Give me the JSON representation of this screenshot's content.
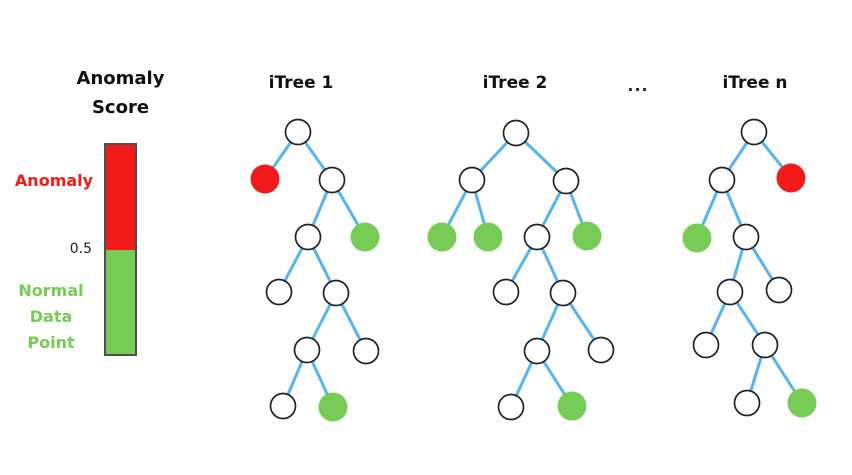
{
  "colors": {
    "anomaly_red": "#f31a1a",
    "normal_green": "#77cc55",
    "edge_blue": "#56b5ef",
    "node_outline": "#222222",
    "bar_border": "#4f4f4f",
    "node_fill_white": "#ffffff"
  },
  "legend": {
    "title": "Anomaly Score",
    "anomaly_label": "Anomaly",
    "threshold_label": "0.5",
    "normal_label": "Normal Data Point"
  },
  "forest": {
    "ellipsis": "...",
    "trees": [
      {
        "label": "iTree 1",
        "nodes": [
          [
            298,
            132,
            "white"
          ],
          [
            265,
            179,
            "red"
          ],
          [
            332,
            180,
            "white"
          ],
          [
            308,
            237,
            "white"
          ],
          [
            365,
            237,
            "green"
          ],
          [
            279,
            292,
            "white"
          ],
          [
            336,
            293,
            "white"
          ],
          [
            307,
            350,
            "white"
          ],
          [
            366,
            351,
            "white"
          ],
          [
            283,
            406,
            "white"
          ],
          [
            333,
            407,
            "green"
          ]
        ],
        "edges": [
          [
            0,
            1
          ],
          [
            0,
            2
          ],
          [
            2,
            3
          ],
          [
            2,
            4
          ],
          [
            3,
            5
          ],
          [
            3,
            6
          ],
          [
            6,
            7
          ],
          [
            6,
            8
          ],
          [
            7,
            9
          ],
          [
            7,
            10
          ]
        ]
      },
      {
        "label": "iTree 2",
        "nodes": [
          [
            516,
            133,
            "white"
          ],
          [
            472,
            180,
            "white"
          ],
          [
            566,
            181,
            "white"
          ],
          [
            442,
            237,
            "green"
          ],
          [
            488,
            237,
            "green"
          ],
          [
            537,
            237,
            "white"
          ],
          [
            587,
            236,
            "green"
          ],
          [
            506,
            292,
            "white"
          ],
          [
            563,
            293,
            "white"
          ],
          [
            537,
            351,
            "white"
          ],
          [
            601,
            350,
            "white"
          ],
          [
            511,
            407,
            "white"
          ],
          [
            572,
            406,
            "green"
          ]
        ],
        "edges": [
          [
            0,
            1
          ],
          [
            0,
            2
          ],
          [
            1,
            3
          ],
          [
            1,
            4
          ],
          [
            2,
            5
          ],
          [
            2,
            6
          ],
          [
            5,
            7
          ],
          [
            5,
            8
          ],
          [
            8,
            9
          ],
          [
            8,
            10
          ],
          [
            9,
            11
          ],
          [
            9,
            12
          ]
        ]
      },
      {
        "label": "iTree n",
        "nodes": [
          [
            754,
            132,
            "white"
          ],
          [
            722,
            180,
            "white"
          ],
          [
            791,
            178,
            "red"
          ],
          [
            697,
            238,
            "green"
          ],
          [
            746,
            237,
            "white"
          ],
          [
            730,
            292,
            "white"
          ],
          [
            779,
            290,
            "white"
          ],
          [
            706,
            345,
            "white"
          ],
          [
            765,
            345,
            "white"
          ],
          [
            747,
            403,
            "white"
          ],
          [
            802,
            403,
            "green"
          ]
        ],
        "edges": [
          [
            0,
            1
          ],
          [
            0,
            2
          ],
          [
            1,
            3
          ],
          [
            1,
            4
          ],
          [
            4,
            5
          ],
          [
            4,
            6
          ],
          [
            5,
            7
          ],
          [
            5,
            8
          ],
          [
            8,
            9
          ],
          [
            8,
            10
          ]
        ]
      }
    ]
  }
}
